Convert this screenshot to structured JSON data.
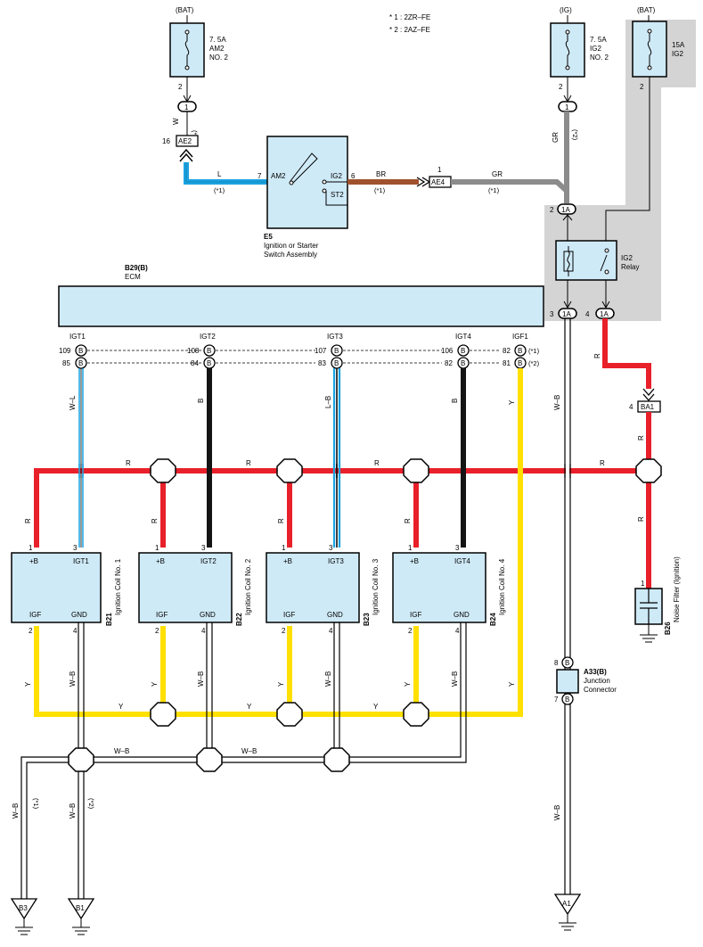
{
  "notes": [
    "* 1 : 2ZR–FE",
    "* 2 : 2AZ–FE"
  ],
  "sources": {
    "bat1": "(BAT)",
    "ig": "(IG)",
    "bat2": "(BAT)"
  },
  "fuses": {
    "am2": {
      "l1": "7. 5A",
      "l2": "AM2",
      "l3": "NO. 2",
      "pin": "2"
    },
    "ig2": {
      "l1": "7. 5A",
      "l2": "IG2",
      "l3": "NO. 2",
      "pin": "2"
    },
    "ig2_15a": {
      "l1": "15A",
      "l2": "IG2",
      "pin": "2"
    }
  },
  "connectors": {
    "ae2": "AE2",
    "ae2_pin": "16",
    "ae2_ring": "1",
    "ae4": "AE4",
    "ae4_pin": "1",
    "ig_ring": "1",
    "ba1": "BA1",
    "ba1_pin": "4",
    "a1a_2": "1A",
    "a1a_3": "1A",
    "a1a_4": "1A",
    "a1a_pin2": "2",
    "a1a_pin3": "3",
    "a1a_pin4": "4"
  },
  "switch": {
    "name": "E5",
    "desc1": "Ignition or Starter",
    "desc2": "Switch Assembly",
    "am2": "AM2",
    "ig2": "IG2",
    "st2": "ST2",
    "pin7": "7",
    "pin6": "6"
  },
  "relay": {
    "l1": "IG2",
    "l2": "Relay"
  },
  "ecm": {
    "code": "B29(B)",
    "name": "ECM",
    "terms": [
      "IGT1",
      "IGT2",
      "IGT3",
      "IGT4",
      "IGF1"
    ],
    "pins_a": [
      "109",
      "108",
      "107",
      "106",
      "82"
    ],
    "pins_b": [
      "85",
      "84",
      "83",
      "82",
      "81"
    ],
    "pin_letter": "B",
    "note1": "(*1)",
    "note2": "(*2)"
  },
  "wires": {
    "w": "W",
    "l": "L",
    "br": "BR",
    "gr": "GR",
    "r": "R",
    "wl": "W–L",
    "b": "B",
    "lb": "L–B",
    "y": "Y",
    "wb": "W–B",
    "n1": "(*1)",
    "n2": "(*2)"
  },
  "coils": [
    {
      "code": "B21",
      "name": "Ignition Coil No. 1",
      "plusb": "+B",
      "igt": "IGT1",
      "igf": "IGF",
      "gnd": "GND",
      "p1": "1",
      "p2": "2",
      "p3": "3",
      "p4": "4"
    },
    {
      "code": "B22",
      "name": "Ignition Coil No. 2",
      "plusb": "+B",
      "igt": "IGT2",
      "igf": "IGF",
      "gnd": "GND",
      "p1": "1",
      "p2": "2",
      "p3": "3",
      "p4": "4"
    },
    {
      "code": "B23",
      "name": "Ignition Coil No. 3",
      "plusb": "+B",
      "igt": "IGT3",
      "igf": "IGF",
      "gnd": "GND",
      "p1": "1",
      "p2": "2",
      "p3": "3",
      "p4": "4"
    },
    {
      "code": "B24",
      "name": "Ignition Coil No. 4",
      "plusb": "+B",
      "igt": "IGT4",
      "igf": "IGF",
      "gnd": "GND",
      "p1": "1",
      "p2": "2",
      "p3": "3",
      "p4": "4"
    }
  ],
  "noise_filter": {
    "code": "B26",
    "name": "Noise Filter (Ignition)",
    "pin": "1"
  },
  "junction": {
    "code": "A33(B)",
    "l1": "Junction",
    "l2": "Connector",
    "p8": "8",
    "p7": "7",
    "letter": "B"
  },
  "grounds": {
    "b3": "B3",
    "b1": "B1",
    "a1": "A1"
  },
  "colors": {
    "red": "#e8202a",
    "yellow": "#ffe000",
    "blue": "#1aa3e0",
    "black": "#141414",
    "brown": "#a0522d",
    "gray": "#8c8c8c",
    "box_fill": "#cfeaf7",
    "shade": "#d4d4d4"
  }
}
